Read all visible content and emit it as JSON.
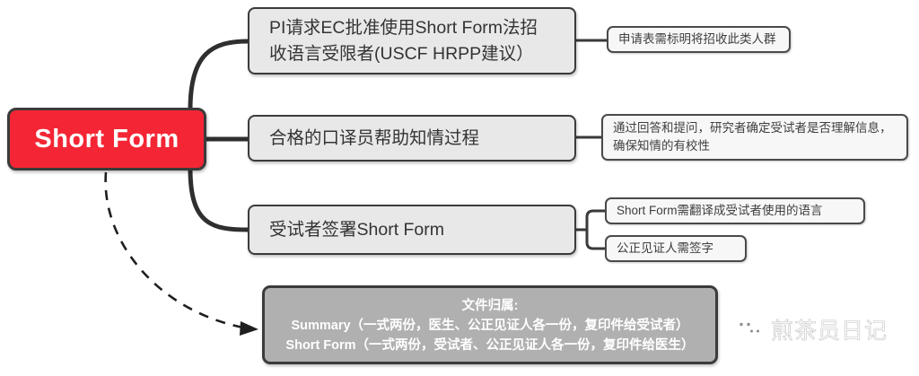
{
  "diagram": {
    "root": {
      "label": "Short Form",
      "color": "#f42534"
    },
    "branches": [
      {
        "label": "PI请求EC批准使用Short Form法招收语言受限者(USCF HRPP建议）",
        "children": [
          {
            "label": "申请表需标明将招收此类人群"
          }
        ]
      },
      {
        "label": "合格的口译员帮助知情过程",
        "children": [
          {
            "label": "通过回答和提问，研究者确定受试者是否理解信息，确保知情的有校性"
          }
        ]
      },
      {
        "label": "受试者签署Short Form",
        "children": [
          {
            "label": "Short Form需翻译成受试者使用的语言"
          },
          {
            "label": "公正见证人需签字"
          }
        ]
      }
    ],
    "summary": {
      "color": "#b0b0b0",
      "lines": [
        "文件归属:",
        "Summary（一式两份，医生、公正见证人各一份，复印件给受试者）",
        "Short Form（一式两份，受试者、公正见证人各一份，复印件给医生）"
      ]
    },
    "watermark": {
      "icon": "wechat-icon",
      "text": "煎茶员日记"
    }
  }
}
